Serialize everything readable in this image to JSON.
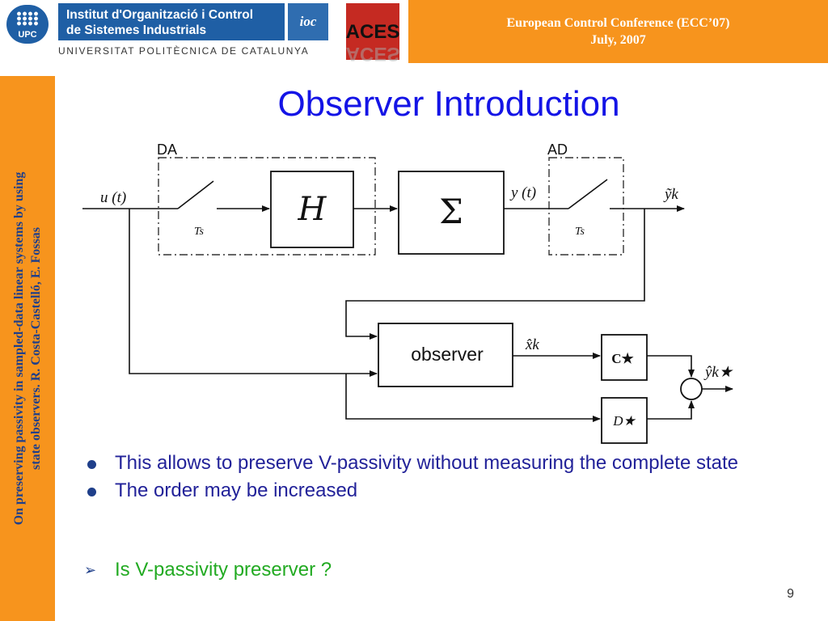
{
  "header": {
    "upc_label": "UPC",
    "institute_line1": "Institut d'Organització i Control",
    "institute_line2": "de Sistemes Industrials",
    "ioc_logo": "ioc",
    "university": "UNIVERSITAT POLITÈCNICA DE CATALUNYA",
    "aces_logo": "ACES",
    "conference": "European Control Conference (ECC’07)",
    "date": "July, 2007"
  },
  "sidebar": {
    "line1": "On preserving passivity in sampled-data linear  systems by using",
    "line2": "state observers. R. Costa-Castelló, E. Fossas"
  },
  "title": "Observer Introduction",
  "diagram": {
    "da_label": "DA",
    "ad_label": "AD",
    "input": "u (t)",
    "sample_period": "Ts",
    "hold": "H",
    "plant": "Σ",
    "output": "y (t)",
    "sampled_output": "ỹk",
    "observer": "observer",
    "state_estimate": "x̂k",
    "c_block": "C★",
    "d_block": "D★",
    "estimated_output": "ŷk★"
  },
  "bullets": [
    "This allows to preserve V-passivity without measuring the complete state",
    "The order  may be increased"
  ],
  "question": "Is V-passivity preserver ?",
  "page_number": "9",
  "colors": {
    "title": "#1414e6",
    "orange": "#f7941d",
    "upc_blue": "#1f5fa5",
    "question": "#22aa22"
  }
}
